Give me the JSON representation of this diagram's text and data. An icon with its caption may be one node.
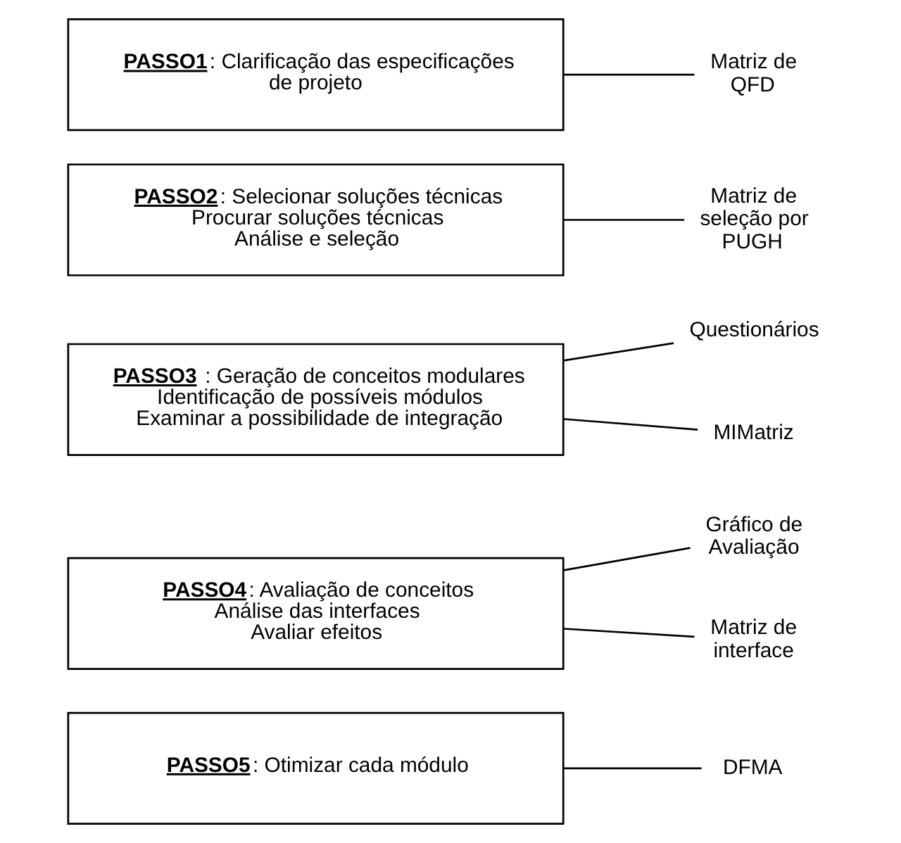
{
  "diagram": {
    "nodes": [
      {
        "text": [
          "**PASSO1**: Clarificação das especificações de projeto"
        ]
      },
      {
        "text": [
          "**PASSO2**: Selecionar soluções técnicas",
          "Procurar soluções técnicas",
          "Análise e seleção"
        ]
      },
      {
        "text": [
          "**PASSO3** : Geração de conceitos modulares",
          "Identificação de possíveis módulos",
          "Examinar a possibilidade de integração"
        ]
      },
      {
        "text": [
          "**PASSO4**: Avaliação de conceitos",
          "Análise das interfaces",
          "Avaliar efeitos"
        ]
      },
      {
        "text": [
          "**PASSO5**: Otimizar cada módulo"
        ]
      },
      {
        "text": [
          "Matriz de QFD"
        ]
      },
      {
        "text": [
          "Matriz de seleção por PUGH"
        ]
      },
      {
        "text": [
          "MIMatriz"
        ]
      },
      {
        "text": [
          "Questionários"
        ]
      },
      {
        "text": [
          "Matriz de interface"
        ]
      },
      {
        "text": [
          "Gráfico de Avaliação"
        ]
      },
      {
        "text": [
          "DFMA"
        ]
      }
    ],
    "edges": [
      {
        "from": 0,
        "to": 5,
        "arrow": "none"
      },
      {
        "from": 1,
        "to": 6,
        "arrow": "none"
      },
      {
        "from": 2,
        "to": 7,
        "arrow": "none"
      },
      {
        "from": 2,
        "to": 8,
        "arrow": "none"
      },
      {
        "from": 3,
        "to": 9,
        "arrow": "none"
      },
      {
        "from": 3,
        "to": 10,
        "arrow": "none"
      },
      {
        "from": 4,
        "to": 11,
        "arrow": "none"
      }
    ]
  }
}
